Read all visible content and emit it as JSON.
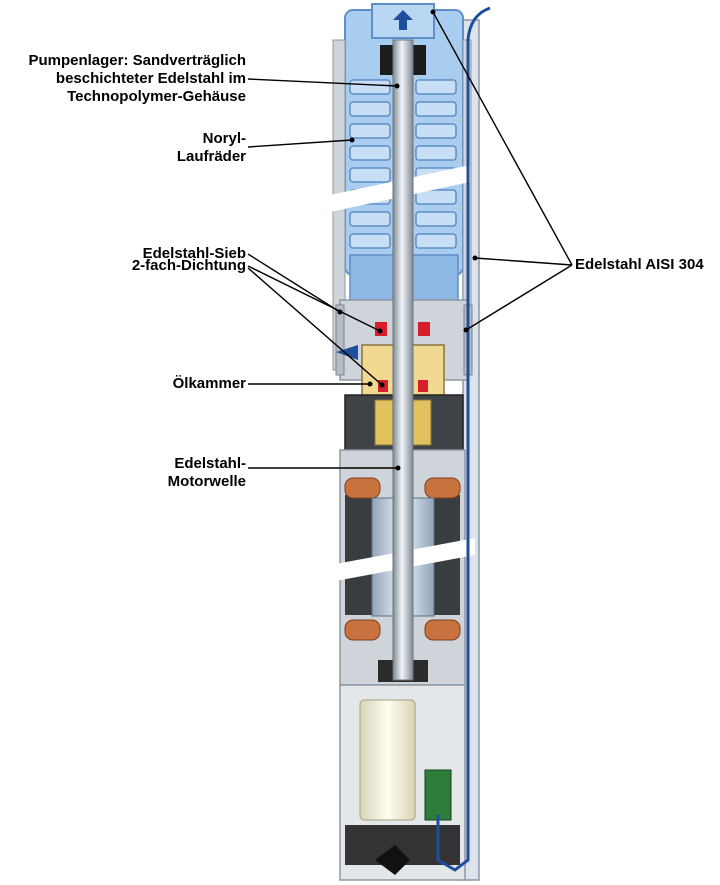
{
  "labels": {
    "pumpenlager": [
      "Pumpenlager: Sandverträglich",
      "beschichteter Edelstahl im",
      "Technopolymer-Gehäuse"
    ],
    "noryl": [
      "Noryl-",
      "Laufräder"
    ],
    "sieb": [
      "Edelstahl-Sieb"
    ],
    "dichtung": [
      "2-fach-Dichtung"
    ],
    "oelkammer": [
      "Ölkammer"
    ],
    "motorwelle": [
      "Edelstahl-",
      "Motorwelle"
    ],
    "edelstahl_aisi": [
      "Edelstahl AISI 304"
    ]
  },
  "colors": {
    "pump_blue": "#a9cdef",
    "pump_blue_dark": "#5e8fc9",
    "housing_grey": "#cfd4da",
    "dark_grey": "#4a4a4a",
    "copper": "#c8733f",
    "oil_yellow": "#f1d991",
    "seal_red": "#d81e2b",
    "cable_blue": "#1f4e9e",
    "connector_green": "#2e7d3a"
  }
}
